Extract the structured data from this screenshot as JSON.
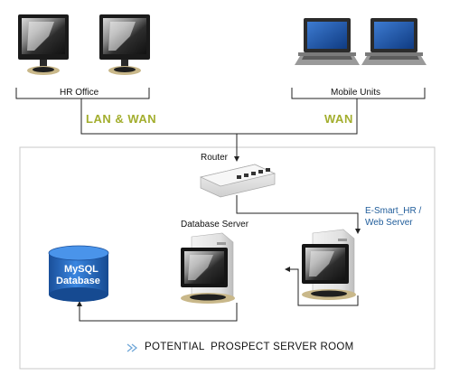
{
  "labels": {
    "hr_office": "HR Office",
    "mobile_units": "Mobile Units",
    "lan_wan": "LAN & WAN",
    "wan": "WAN",
    "router": "Router",
    "database_server": "Database Server",
    "web_server_line1": "E-Smart_HR /",
    "web_server_line2": "Web Server",
    "db_line1": "MySQL",
    "db_line2": "Database",
    "footer_arrows": "»»",
    "footer_title": "POTENTIAL  PROSPECT SERVER ROOM"
  },
  "colors": {
    "accent_green": "#a3ae2e",
    "accent_blue": "#1f5c9a",
    "database_blue": "#1e5fb3",
    "line": "#222222",
    "room_border": "#c8c8c8"
  },
  "icons": {
    "monitor": "lcd-monitor-icon",
    "laptop": "laptop-icon",
    "router": "router-icon",
    "server": "tower-server-icon",
    "database": "database-cylinder-icon"
  }
}
